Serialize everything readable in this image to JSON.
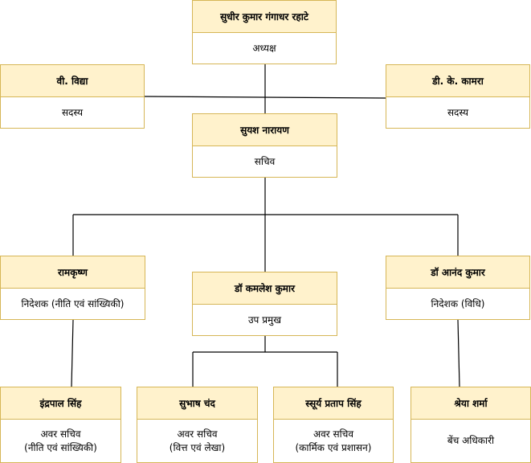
{
  "nodes": {
    "chairman": {
      "name": "सुधीर कुमार गंगाधर रहाटे",
      "role": "अध्यक्ष"
    },
    "member_left": {
      "name": "वी. विद्या",
      "role": "सदस्य"
    },
    "member_right": {
      "name": "डी. के. कामरा",
      "role": "सदस्य"
    },
    "secretary": {
      "name": "सुयश नारायण",
      "role": "सचिव"
    },
    "director_policy": {
      "name": "रामकृष्ण",
      "role": "निदेशक (नीति एवं सांख्यिकी)"
    },
    "deputy_head": {
      "name": "डॉ कमलेश कुमार",
      "role": "उप प्रमुख"
    },
    "director_legal": {
      "name": "डॉ आनंद कुमार",
      "role": "निदेशक (विधि)"
    },
    "us_policy": {
      "name": "इंद्रपाल सिंह",
      "role": "अवर सचिव\n(नीति एवं सांख्यिकी)"
    },
    "us_finance": {
      "name": "सुभाष चंद",
      "role": "अवर सचिव\n(वित्त एवं लेखा)"
    },
    "us_admin": {
      "name": "स्सूर्य प्रताप सिंह",
      "role": "अवर सचिव\n(कार्मिक एवं प्रशासन)"
    },
    "bench_officer": {
      "name": "श्रेया शर्मा",
      "role": "बेंच अधिकारी"
    }
  },
  "colors": {
    "header_fill": "#fff2cc",
    "border": "#d6b656",
    "connector": "#000000"
  }
}
